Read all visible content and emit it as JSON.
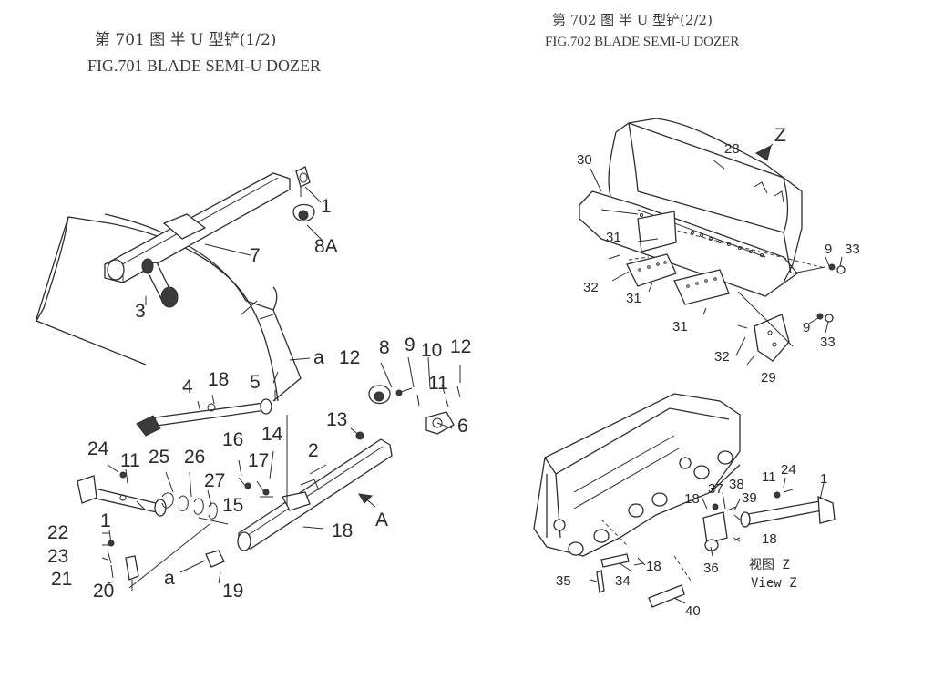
{
  "fig701": {
    "title_cn": "第 701 图    半 U 型铲(1/2)",
    "title_en": "FIG.701      BLADE SEMI-U DOZER",
    "callouts": [
      "1",
      "3",
      "7",
      "8A",
      "a",
      "12",
      "8",
      "9",
      "10",
      "11",
      "12",
      "4",
      "18",
      "5",
      "13",
      "6",
      "2",
      "24",
      "11",
      "25",
      "26",
      "16",
      "14",
      "17",
      "27",
      "15",
      "A",
      "1",
      "18",
      "22",
      "23",
      "21",
      "20",
      "a",
      "19"
    ]
  },
  "fig702": {
    "title_cn": "第 702 图      半 U 型铲(2/2)",
    "title_en": "FIG.702      BLADE SEMI-U DOZER",
    "callouts": [
      "Z",
      "30",
      "28",
      "31",
      "9",
      "33",
      "32",
      "31",
      "31",
      "9",
      "33",
      "32",
      "29",
      "11",
      "24",
      "1",
      "18",
      "37",
      "38",
      "39",
      "18",
      "36",
      "35",
      "34",
      "18",
      "40"
    ],
    "view_cn": "视图 Z",
    "view_en": "View Z"
  }
}
